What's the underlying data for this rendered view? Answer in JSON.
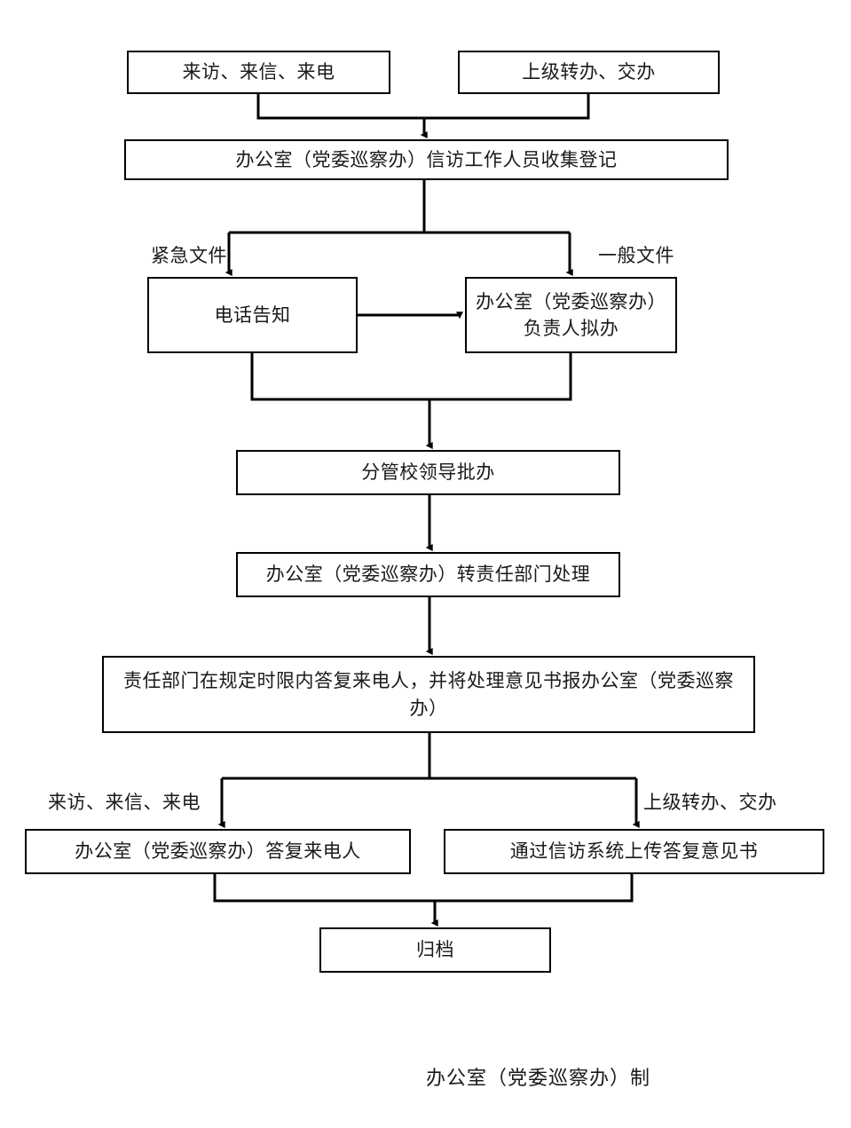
{
  "diagram": {
    "title_note": "办公室（党委巡察办）制",
    "stroke_color": "#000000",
    "background_color": "#ffffff",
    "nodes": {
      "source_visit": "来访、来信、来电",
      "source_superior": "上级转办、交办",
      "register": "办公室（党委巡察办）信访工作人员收集登记",
      "phone_notify": "电话告知",
      "office_head_plan_line1": "办公室（党委巡察办）",
      "office_head_plan_line2": "负责人拟办",
      "leader_approve": "分管校领导批办",
      "transfer_department": "办公室（党委巡察办）转责任部门处理",
      "department_reply": "责任部门在规定时限内答复来电人，并将处理意见书报办公室（党委巡察办）",
      "office_reply_caller": "办公室（党委巡察办）答复来电人",
      "upload_opinion": "通过信访系统上传答复意见书",
      "archive": "归档"
    },
    "edge_labels": {
      "urgent_document": "紧急文件",
      "general_document": "一般文件",
      "visit_letter_call": "来访、来信、来电",
      "superior_transfer": "上级转办、交办"
    }
  }
}
